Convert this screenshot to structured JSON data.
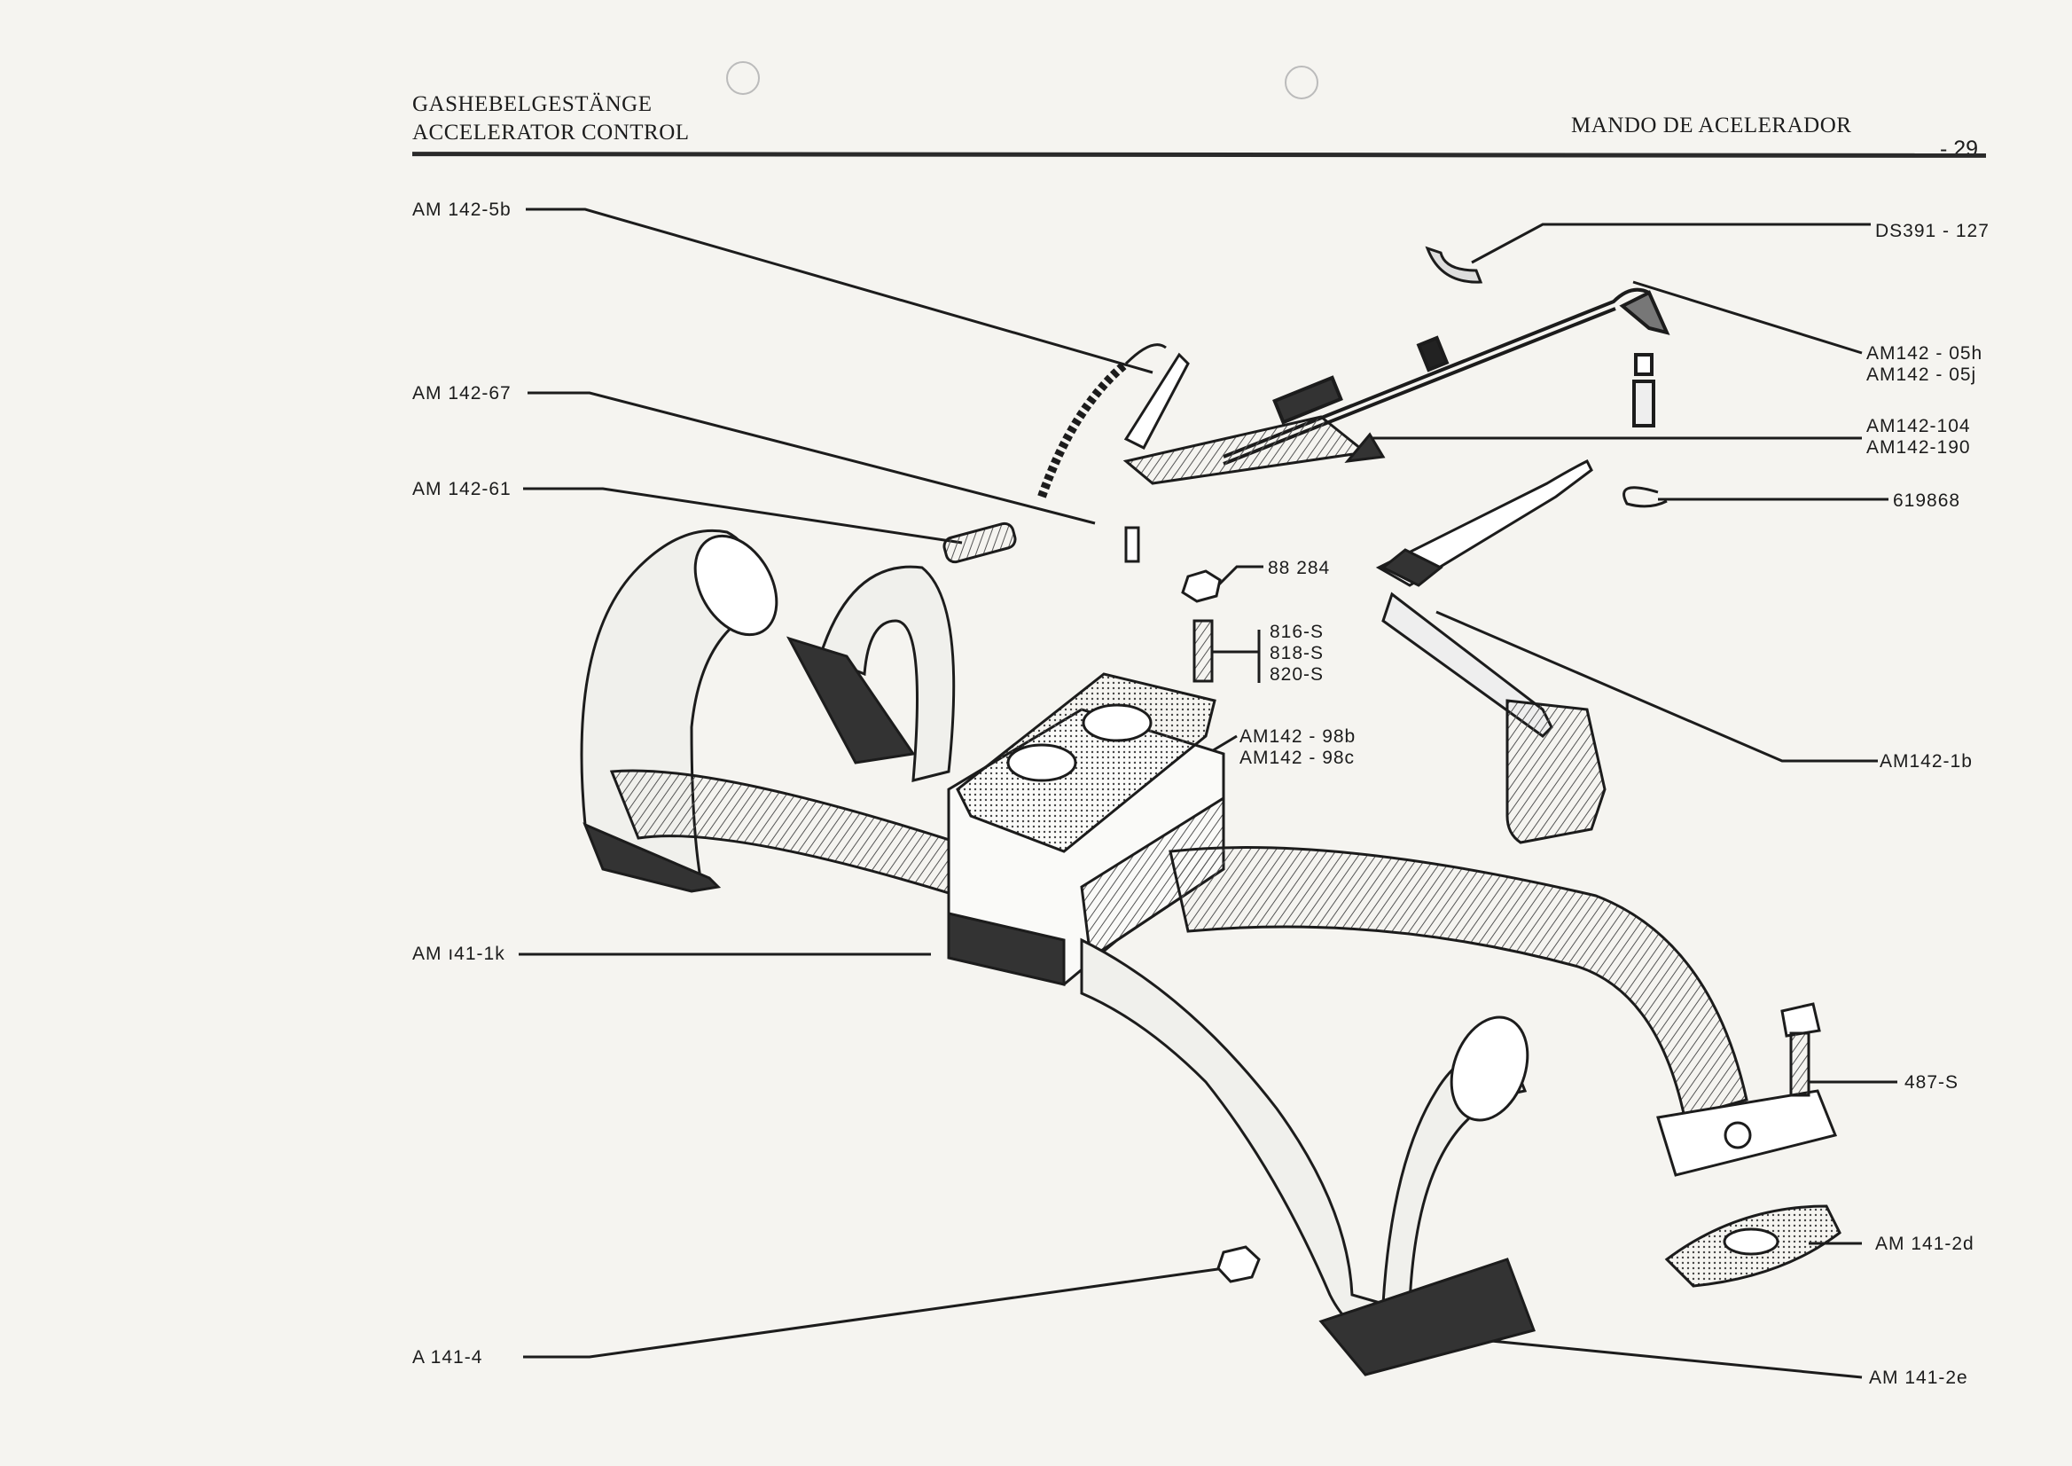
{
  "header": {
    "title_de": "GASHEBELGESTÄNGE",
    "title_en": "ACCELERATOR CONTROL",
    "title_es": "MANDO DE ACELERADOR",
    "page_number": "- 29"
  },
  "parts": {
    "am142_5b": "AM 142-5b",
    "am142_67": "AM 142-67",
    "am142_61": "AM 142-61",
    "am141_1k": "AM ı41-1k",
    "a141_4": "A  141-4",
    "ds391_127": "DS391 - 127",
    "am142_05h": "AM142 - 05h",
    "am142_05j": "AM142 - 05j",
    "am142_104": "AM142-104",
    "am142_190": "AM142-190",
    "n619868": "619868",
    "n88284": "88 284",
    "s816": "816-S",
    "s818": "818-S",
    "s820": "820-S",
    "am142_98b": "AM142 - 98b",
    "am142_98c": "AM142 - 98c",
    "am142_1b": "AM142-1b",
    "s487": "487-S",
    "am141_2d": "AM 141-2d",
    "am141_2e": "AM 141-2e"
  },
  "colors": {
    "ink": "#1c1c1c",
    "paper": "#f5f4f0",
    "hatch": "#555555"
  }
}
